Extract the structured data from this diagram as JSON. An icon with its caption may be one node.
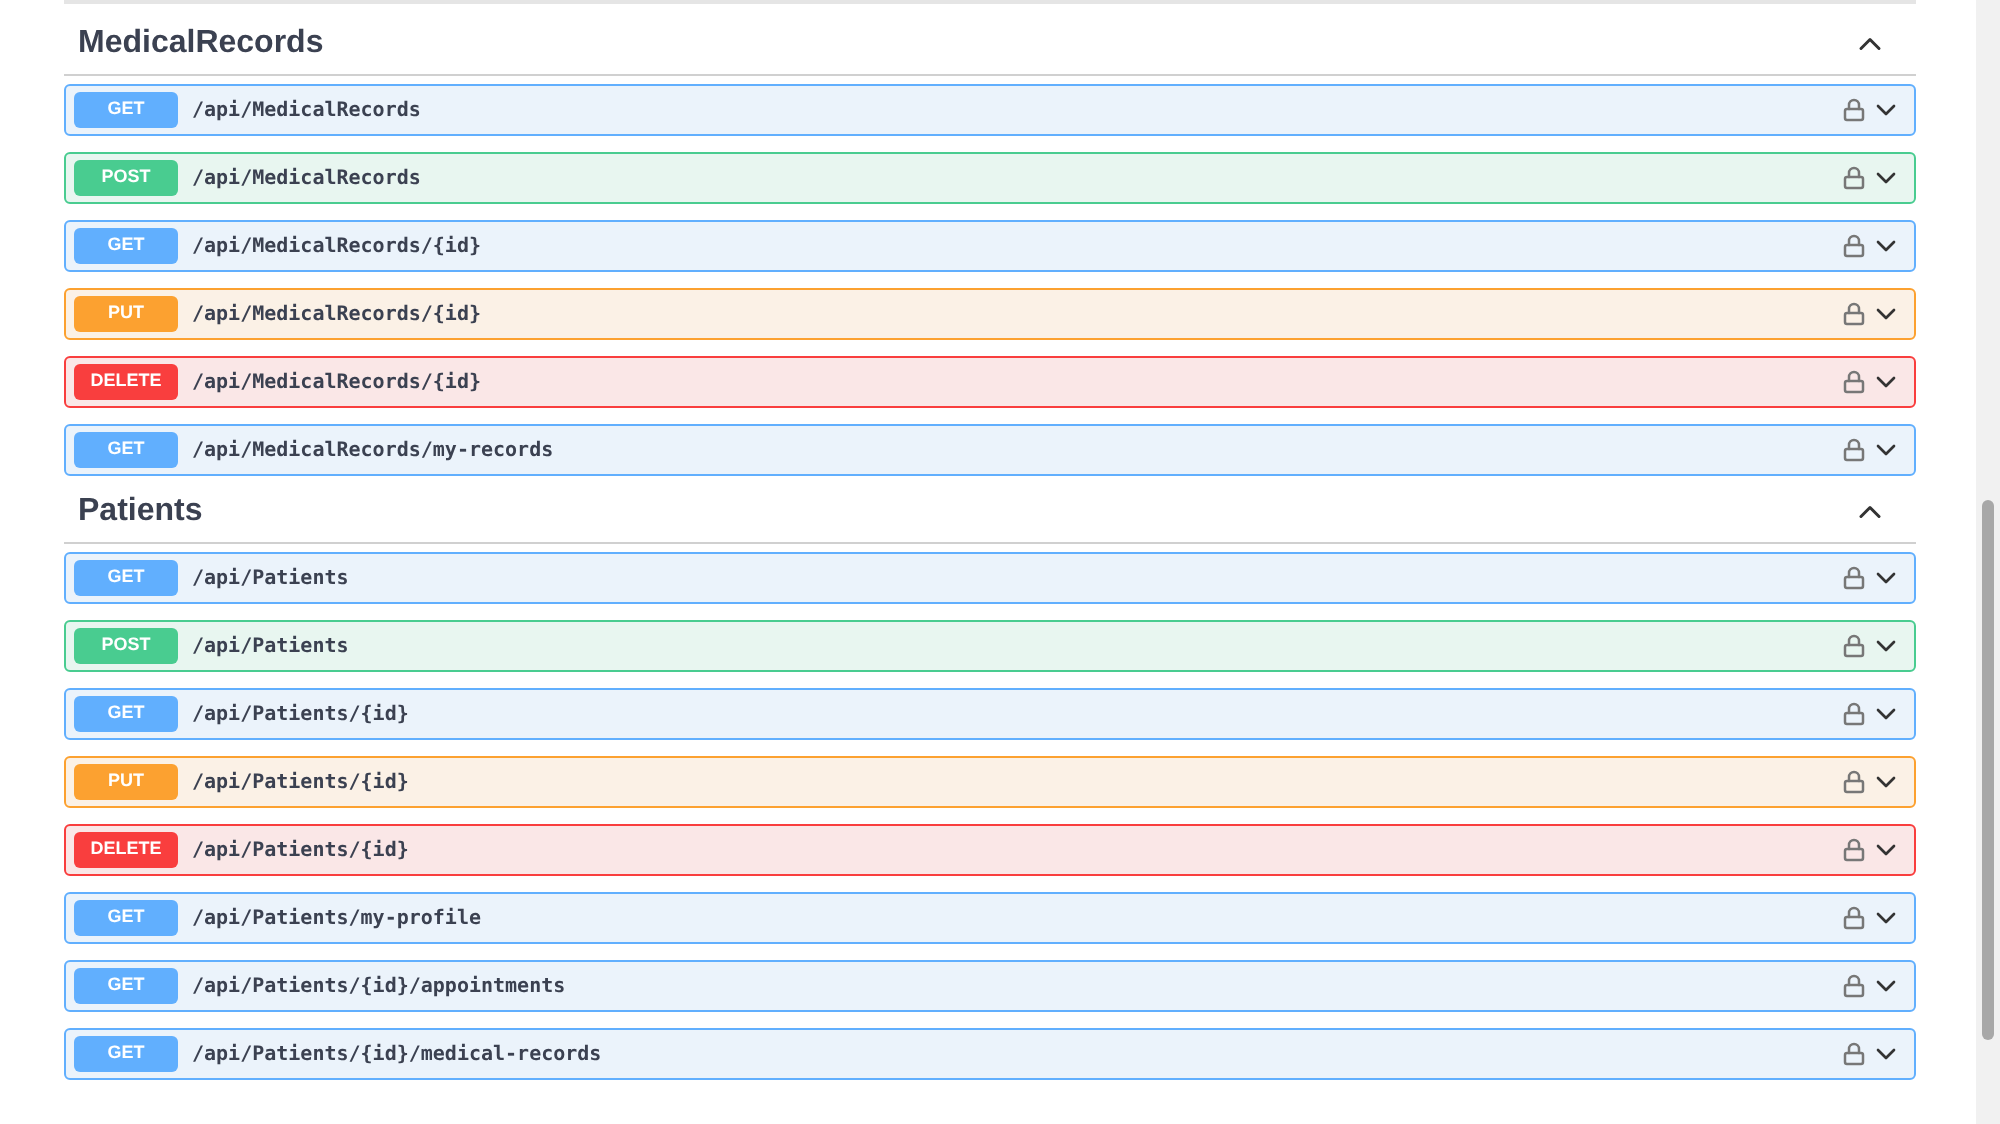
{
  "diagram": {
    "nodes": [
      {
        "text": [
          "MedicalRecords"
        ]
      },
      {
        "text": [
          "GET",
          "/api/MedicalRecords"
        ],
        "in": 0
      },
      {
        "text": [
          "POST",
          "/api/MedicalRecords"
        ],
        "in": 0
      },
      {
        "text": [
          "GET",
          "/api/MedicalRecords/{id}"
        ],
        "in": 0
      },
      {
        "text": [
          "PUT",
          "/api/MedicalRecords/{id}"
        ],
        "in": 0
      },
      {
        "text": [
          "DELETE",
          "/api/MedicalRecords/{id}"
        ],
        "in": 0
      },
      {
        "text": [
          "GET",
          "/api/MedicalRecords/my-records"
        ],
        "in": 0
      },
      {
        "text": [
          "Patients"
        ]
      },
      {
        "text": [
          "GET",
          "/api/Patients"
        ],
        "in": 7
      },
      {
        "text": [
          "POST",
          "/api/Patients"
        ],
        "in": 7
      },
      {
        "text": [
          "GET",
          "/api/Patients/{id}"
        ],
        "in": 7
      },
      {
        "text": [
          "PUT",
          "/api/Patients/{id}"
        ],
        "in": 7
      },
      {
        "text": [
          "DELETE",
          "/api/Patients/{id}"
        ],
        "in": 7
      },
      {
        "text": [
          "GET",
          "/api/Patients/my-profile"
        ],
        "in": 7
      },
      {
        "text": [
          "GET",
          "/api/Patients/{id}/appointments"
        ],
        "in": 7
      },
      {
        "text": [
          "GET",
          "/api/Patients/{id}/medical-records"
        ],
        "in": 7
      }
    ]
  }
}
